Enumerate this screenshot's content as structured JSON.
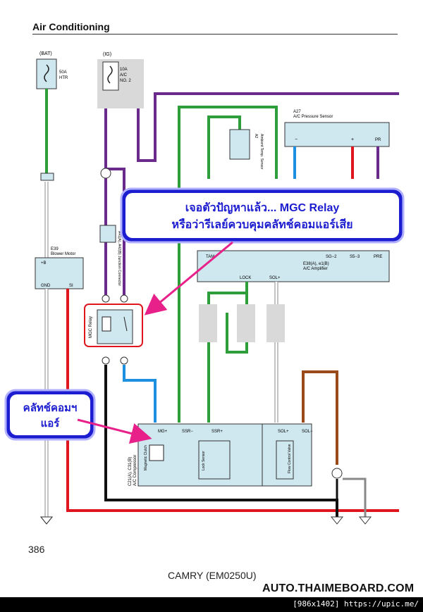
{
  "page": {
    "title": "Air Conditioning",
    "page_number": "386",
    "model": "CAMRY (EM0250U)",
    "watermark": "AUTO.THAIMEBOARD.COM",
    "image_info": "[986x1402] https://upic.me/"
  },
  "callouts": {
    "relay_line1": "เจอตัวปัญหาแล้ว... MGC Relay",
    "relay_line2": "หรือว่ารีเลย์ควบคุมคลัทช์คอมแอร์เสีย",
    "clutch_line1": "คลัทช์คอมฯ",
    "clutch_line2": "แอร์"
  },
  "components": {
    "bat": "(BAT)",
    "ig": "(IG)",
    "fuse_htr_a": "50A",
    "fuse_htr_b": "HTR",
    "fuse_ac_a": "10A",
    "fuse_ac_b": "A/C",
    "fuse_ac_c": "NO. 2",
    "blower_id": "E39",
    "blower_name": "Blower Motor",
    "a27_id": "A27",
    "a27_name": "A/C Pressure Sensor",
    "a2_id": "A2",
    "a2_name": "Ambient Temp. Sensor",
    "amp_id": "E38(A), e1(B)",
    "amp_name": "A/C Amplifier",
    "relay_name": "MGC Relay",
    "comp_id": "C21(A), C31(B)",
    "comp_name": "A/C Compressor",
    "clutch_name": "Magnetic Clutch",
    "lock_name": "Lock Sensor",
    "fcv_name": "Flow Control Valve",
    "a41_label": "A41(A), A42(B) Junction Connector"
  },
  "terminals": {
    "b_plus": "+B",
    "gnd": "GND",
    "si": "SI",
    "lock": "LOCK",
    "sol_plus": "SOL+",
    "sol_minus": "SOL−",
    "mg_plus": "MG+",
    "ssr_minus": "SSR−",
    "ssr_plus": "SSR+",
    "tam": "TAM",
    "sg2": "SG−2",
    "s53": "S5−3",
    "pre": "PRE",
    "minus": "−",
    "plus": "+",
    "pr": "PR"
  },
  "wire_colors": {
    "green": "#2e9e3a",
    "purple": "#6a2a8c",
    "red": "#e0161e",
    "blue": "#1e90e0",
    "black": "#111111",
    "brown": "#9a4a18",
    "white": "#ffffff",
    "pink": "#ff6fb0",
    "connector_bg": "#cfe7ef",
    "callout_bg": "#1c1cd0",
    "arrow_pink": "#e8208a"
  }
}
